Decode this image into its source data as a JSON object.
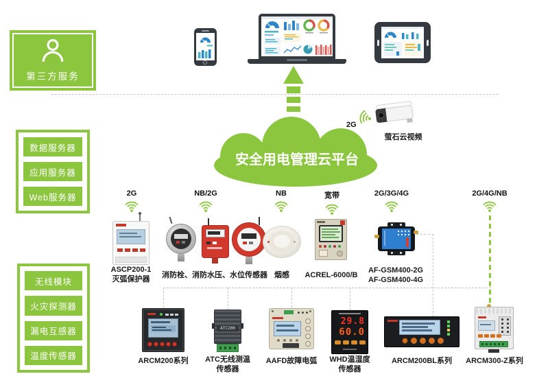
{
  "colors": {
    "green": "#8CC63F",
    "dash_gray": "#c3c3c3",
    "frame_dark": "#343a40"
  },
  "third_party": {
    "label": "第三方服务"
  },
  "server_group": {
    "items": [
      "数据服务器",
      "应用服务器",
      "Web服务器"
    ]
  },
  "module_group": {
    "items": [
      "无线模块",
      "火灾探测器",
      "漏电互感器",
      "温度传感器"
    ]
  },
  "cloud": {
    "title": "安全用电管理云平台"
  },
  "camera": {
    "connection": "2G",
    "label": "萤石云视频"
  },
  "icons": {
    "user": "person-outline",
    "signal": "wifi-arcs-with-dot",
    "upload": "dashed-up-arrow"
  },
  "gateways": [
    {
      "connection": "2G",
      "label_lines": [
        "ASCP200-1",
        "灭弧保护器"
      ]
    },
    {
      "connection": "NB/2G",
      "label_lines": [
        "消防栓、消防水压、水位传感器"
      ]
    },
    {
      "connection": "NB",
      "label_lines": [
        "烟感"
      ]
    },
    {
      "connection": "宽带",
      "label_lines": [
        "ACREL-6000/B"
      ]
    },
    {
      "connection": "2G/3G/4G",
      "label_lines": [
        "AF-GSM400-2G",
        "AF-GSM400-4G"
      ]
    },
    {
      "connection": "2G/4G/NB",
      "label_lines": []
    }
  ],
  "field_devices": [
    {
      "label_lines": [
        "ARCM200系列"
      ]
    },
    {
      "label_lines": [
        "ATC无线测温",
        "传感器"
      ],
      "device_text": "ATC200"
    },
    {
      "label_lines": [
        "AAFD故障电弧"
      ]
    },
    {
      "label_lines": [
        "WHD温湿度",
        "传感器"
      ],
      "display": {
        "temp": "29.8",
        "humidity": "60.0"
      }
    },
    {
      "label_lines": [
        "ARCM200BL系列"
      ]
    },
    {
      "label_lines": [
        "ARCM300-Z系列"
      ]
    }
  ]
}
